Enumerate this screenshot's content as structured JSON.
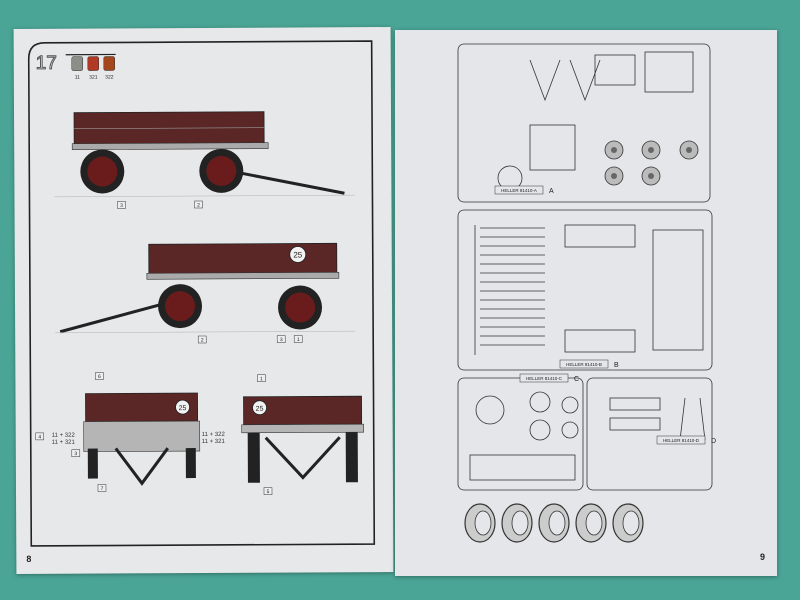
{
  "left_page": {
    "page_number": "8",
    "step_number": "17",
    "paints": [
      {
        "code": "11",
        "color": "#8a9088"
      },
      {
        "code": "321",
        "color": "#b03a24"
      },
      {
        "code": "322",
        "color": "#a4461c"
      }
    ],
    "body_color": "#5a2626",
    "decal_number": "25",
    "side_callouts_top": [
      "3",
      "2"
    ],
    "side_callouts_bottom": [
      "2",
      "3",
      "1"
    ],
    "rear_mix_labels": [
      "11 + 322",
      "11 + 321"
    ],
    "rear_callouts": [
      "6",
      "4",
      "3",
      "7",
      "1",
      "5"
    ]
  },
  "right_page": {
    "page_number": "9",
    "sprues": [
      {
        "letter": "A",
        "label": "HELLER 81410-A"
      },
      {
        "letter": "B",
        "label": "HELLER 81410-B"
      },
      {
        "letter": "C",
        "label": "HELLER 81410-C"
      },
      {
        "letter": "D",
        "label": "HELLER 81410-D"
      }
    ],
    "tire_count": 5
  }
}
